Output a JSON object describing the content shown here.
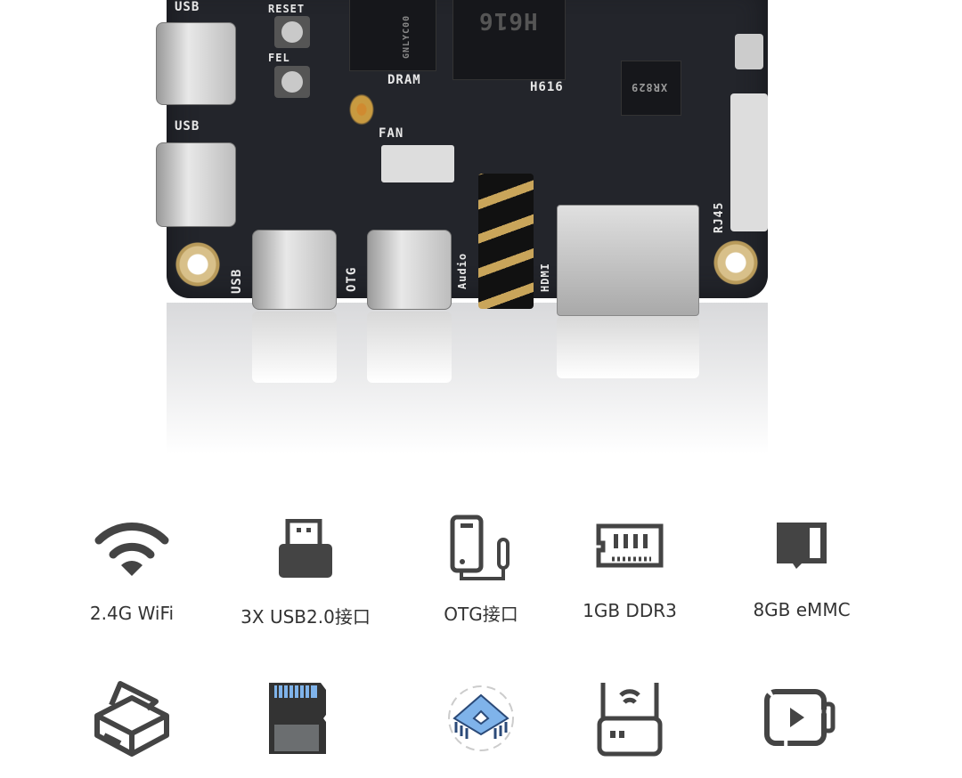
{
  "board": {
    "labels": {
      "usb1": "USB",
      "usb2": "USB",
      "usb3": "USB",
      "reset": "RESET",
      "fel": "FEL",
      "dram": "DRAM",
      "soc": "H616",
      "soc_mark": "H616",
      "fan": "FAN",
      "otg": "OTG",
      "audio": "Audio",
      "hdmi": "HDMI",
      "rj45": "RJ45",
      "wifi_chip": "XR829",
      "dram_code": "GNLYC00"
    }
  },
  "features": [
    {
      "icon": "wifi-icon",
      "label": "2.4G WiFi"
    },
    {
      "icon": "usb-icon",
      "label": "3X USB2.0接口"
    },
    {
      "icon": "otg-phone-icon",
      "label": "OTG接口"
    },
    {
      "icon": "ram-icon",
      "label": "1GB DDR3"
    },
    {
      "icon": "emmc-card-icon",
      "label": "8GB eMMC"
    },
    {
      "icon": "box-icon",
      "label": ""
    },
    {
      "icon": "sd-card-icon",
      "label": ""
    },
    {
      "icon": "chip-icon",
      "label": ""
    },
    {
      "icon": "router-icon",
      "label": ""
    },
    {
      "icon": "video-icon",
      "label": ""
    }
  ],
  "colors": {
    "board": "#23252b",
    "icon": "#444444",
    "chip_accent": "#7fb3ea"
  }
}
